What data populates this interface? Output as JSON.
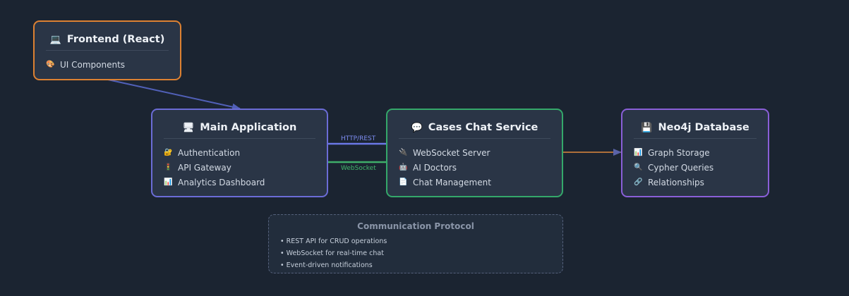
{
  "nodes": {
    "frontend": {
      "title": "Frontend (React)",
      "icon": "laptop-icon",
      "icon_glyph": "💻",
      "border_color": "#dd8132",
      "items": [
        {
          "icon": "palette-icon",
          "glyph": "🎨",
          "label": "UI Components"
        }
      ]
    },
    "main_app": {
      "title": "Main Application",
      "icon": "server-icon",
      "icon_glyph": "🖥",
      "border_color": "#6b6cd6",
      "items": [
        {
          "icon": "lock-icon",
          "glyph": "🔐",
          "label": "Authentication"
        },
        {
          "icon": "traffic-light-icon",
          "glyph": "🚦",
          "label": "API Gateway"
        },
        {
          "icon": "bar-chart-icon",
          "glyph": "📊",
          "label": "Analytics Dashboard"
        }
      ]
    },
    "chat_service": {
      "title": "Cases Chat Service",
      "icon": "speech-bubble-icon",
      "icon_glyph": "💬",
      "border_color": "#34a86a",
      "items": [
        {
          "icon": "plug-icon",
          "glyph": "🔌",
          "label": "WebSocket Server"
        },
        {
          "icon": "robot-icon",
          "glyph": "🤖",
          "label": "AI Doctors"
        },
        {
          "icon": "document-icon",
          "glyph": "📄",
          "label": "Chat Management"
        }
      ]
    },
    "neo4j": {
      "title": "Neo4j Database",
      "icon": "floppy-disk-icon",
      "icon_glyph": "💾",
      "border_color": "#8a5fd8",
      "items": [
        {
          "icon": "bar-chart-icon",
          "glyph": "📊",
          "label": "Graph Storage"
        },
        {
          "icon": "magnifier-icon",
          "glyph": "🔍",
          "label": "Cypher Queries"
        },
        {
          "icon": "link-icon",
          "glyph": "🔗",
          "label": "Relationships"
        }
      ]
    }
  },
  "connections": {
    "http_label": "HTTP/REST",
    "ws_label": "WebSocket",
    "http_color": "#6b78e6",
    "ws_color": "#3fae6a",
    "frontend_to_main_color": "#5160b8",
    "chat_to_db_color": "#c37a3b"
  },
  "protocol": {
    "title": "Communication Protocol",
    "lines": [
      "• REST API for CRUD operations",
      "• WebSocket for real-time chat",
      "• Event-driven notifications"
    ]
  }
}
